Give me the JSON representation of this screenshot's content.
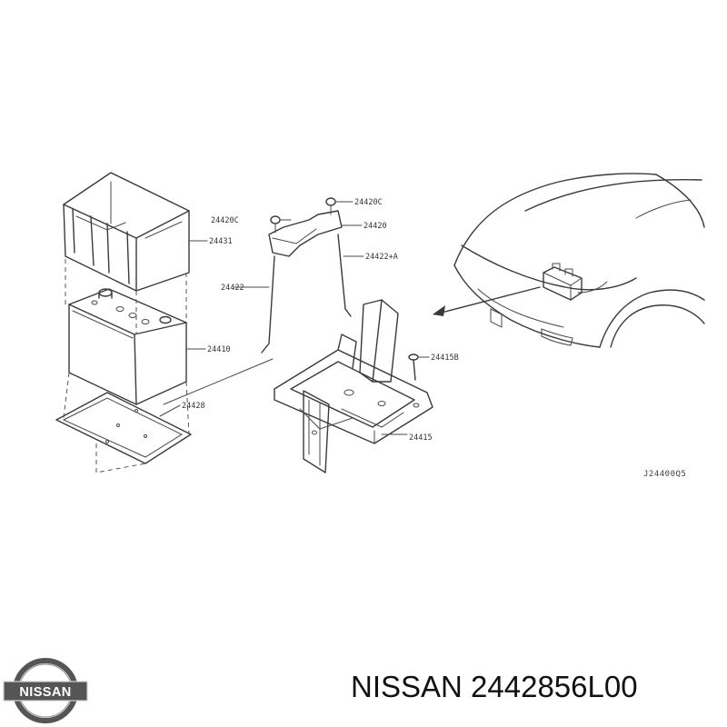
{
  "diagram": {
    "labels": {
      "p24431": "24431",
      "p24410": "24410",
      "p24428": "24428",
      "p24420c_left": "24420C",
      "p24420c_top": "24420C",
      "p24420": "24420",
      "p24422a": "24422+A",
      "p24422": "24422",
      "p24415b": "24415B",
      "p24415": "24415"
    },
    "diagram_code": "J24400Q5"
  },
  "logo": {
    "word": "NISSAN"
  },
  "caption": {
    "text": "NISSAN 2442856L00"
  },
  "colors": {
    "line": "#3a3a3a",
    "text": "#111111",
    "logo": "#555555"
  }
}
